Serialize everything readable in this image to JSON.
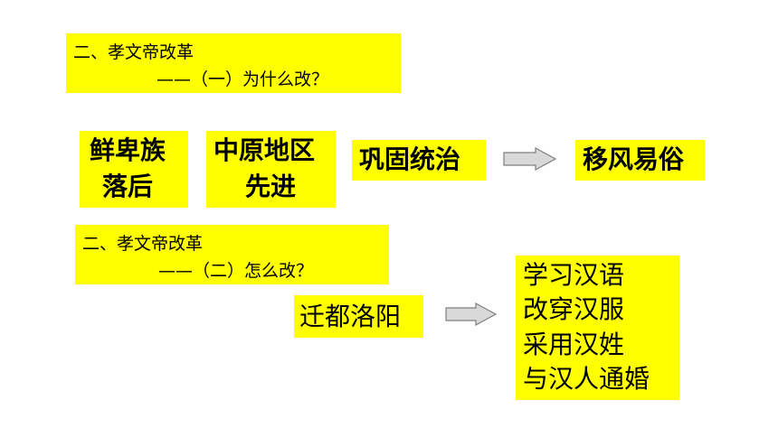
{
  "section1": {
    "title": "二、孝文帝改革",
    "subtitle": "——（一）为什么改？"
  },
  "reasons": {
    "box1_line1": "鲜卑族",
    "box1_line2": "落后",
    "box2_line1": "中原地区",
    "box2_line2": "先进",
    "box3": "巩固统治",
    "result": "移风易俗"
  },
  "section2": {
    "title": "二、孝文帝改革",
    "subtitle": "——（二）怎么改？"
  },
  "measures": {
    "move_capital": "迁都洛阳",
    "items": [
      "学习汉语",
      "改穿汉服",
      "采用汉姓",
      "与汉人通婚"
    ]
  },
  "colors": {
    "box_fill": "#ffff00",
    "arrow_fill": "#d9d9d9",
    "arrow_stroke": "#7f7f7f"
  }
}
